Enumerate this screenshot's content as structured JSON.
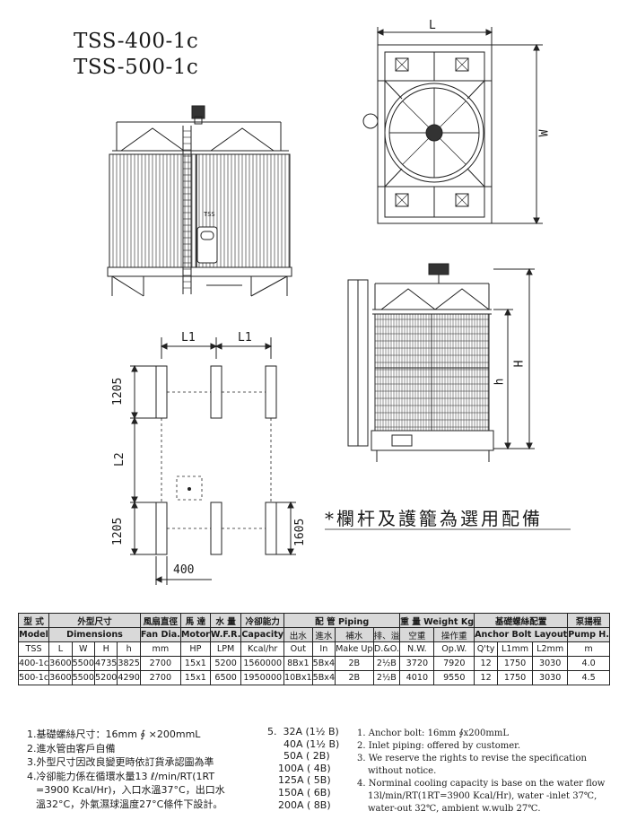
{
  "titles": [
    "TSS-400-1c",
    "TSS-500-1c"
  ],
  "top_view": {
    "dim_l": "L",
    "dim_w": "W"
  },
  "side_view": {
    "dim_h_big": "H",
    "dim_h_small": "h"
  },
  "side_unit_badge": "TSS",
  "foundation": {
    "l1_left": "L1",
    "l1_right": "L1",
    "dim_1205_top": "1205",
    "dim_l2": "L2",
    "dim_1205_bottom": "1205",
    "dim_1605": "1605",
    "dim_400": "400"
  },
  "optional_note": "*欄杆及護籠為選用配備",
  "table": {
    "header_zh": [
      "型 式",
      "外型尺寸",
      "風扇直徑",
      "馬 達",
      "水 量",
      "冷卻能力",
      "配 管 Piping",
      "重 量 Weight Kg",
      "基礎螺絲配置",
      "泵揚程"
    ],
    "header_en": [
      "Model",
      "Dimensions",
      "Fan Dia.",
      "Motor",
      "W.F.R.",
      "Capacity",
      "出水",
      "進水",
      "補水",
      "排、溢",
      "空重",
      "操作重",
      "Anchor Bolt Layout",
      "Pump H."
    ],
    "header_units": [
      "TSS",
      "L",
      "W",
      "H",
      "h",
      "mm",
      "HP",
      "LPM",
      "Kcal/hr",
      "Out",
      "In",
      "Make Up",
      "D.&O.",
      "N.W.",
      "Op.W.",
      "Q'ty",
      "L1mm",
      "L2mm",
      "m"
    ],
    "rows": [
      [
        "400-1c",
        "3600",
        "5500",
        "4735",
        "3825",
        "2700",
        "15x1",
        "5200",
        "1560000",
        "8Bx1",
        "5Bx4",
        "2B",
        "2½B",
        "3720",
        "7920",
        "12",
        "1750",
        "3030",
        "4.0"
      ],
      [
        "500-1c",
        "3600",
        "5500",
        "5200",
        "4290",
        "2700",
        "15x1",
        "6500",
        "1950000",
        "10Bx1",
        "5Bx4",
        "2B",
        "2½B",
        "4010",
        "9550",
        "12",
        "1750",
        "3030",
        "4.5"
      ]
    ]
  },
  "notes_zh": [
    "1.基礎螺絲尺寸：16mm ∮ ×200mmL",
    "2.進水管由客戶自備",
    "3.外型尺寸因改良變更時依訂貨承認圖為準",
    "4.冷卻能力係在循環水量13 ℓ/min/RT(1RT",
    "=3900 Kcal/Hr)，入口水溫37°C，出口水",
    "溫32°C，外氣濕球溫度27°C條件下設計。"
  ],
  "pump_label": "5.",
  "pump_sizes": [
    "32A (1½ B)",
    "40A (1½ B)",
    "50A ( 2B)",
    "100A ( 4B)",
    "125A ( 5B)",
    "150A ( 6B)",
    "200A ( 8B)"
  ],
  "notes_en": [
    "1. Anchor bolt: 16mm ∮x200mmL",
    "2. Inlet piping: offered by customer.",
    "3. We reserve the rights to revise the specification",
    "without notice.",
    "4. Norminal cooling capacity is base on the water flow",
    "13l/min/RT(1RT=3900 Kcal/Hr), water -inlet 37℃,",
    "water-out 32℃, ambient w.wulb 27℃."
  ]
}
